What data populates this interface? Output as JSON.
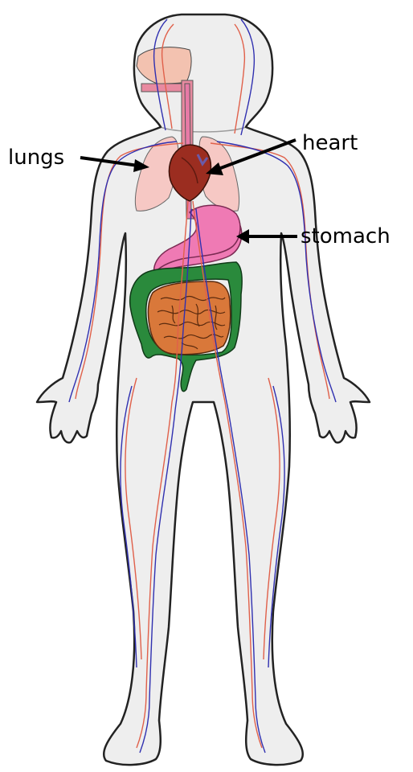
{
  "labels": {
    "lungs": "lungs",
    "heart": "heart",
    "stomach": "stomach"
  },
  "colors": {
    "skin": "#eeeeee",
    "outline": "#222222",
    "artery": "#e0604a",
    "vein": "#3030b0",
    "lungs": "#f6c8c4",
    "heart": "#9b2d20",
    "trachea": "#e88aa0",
    "esophagus": "#e77aa6",
    "stomach": "#ef7ab4",
    "small_intestine": "#d9783a",
    "large_intestine": "#2a8a3c"
  }
}
